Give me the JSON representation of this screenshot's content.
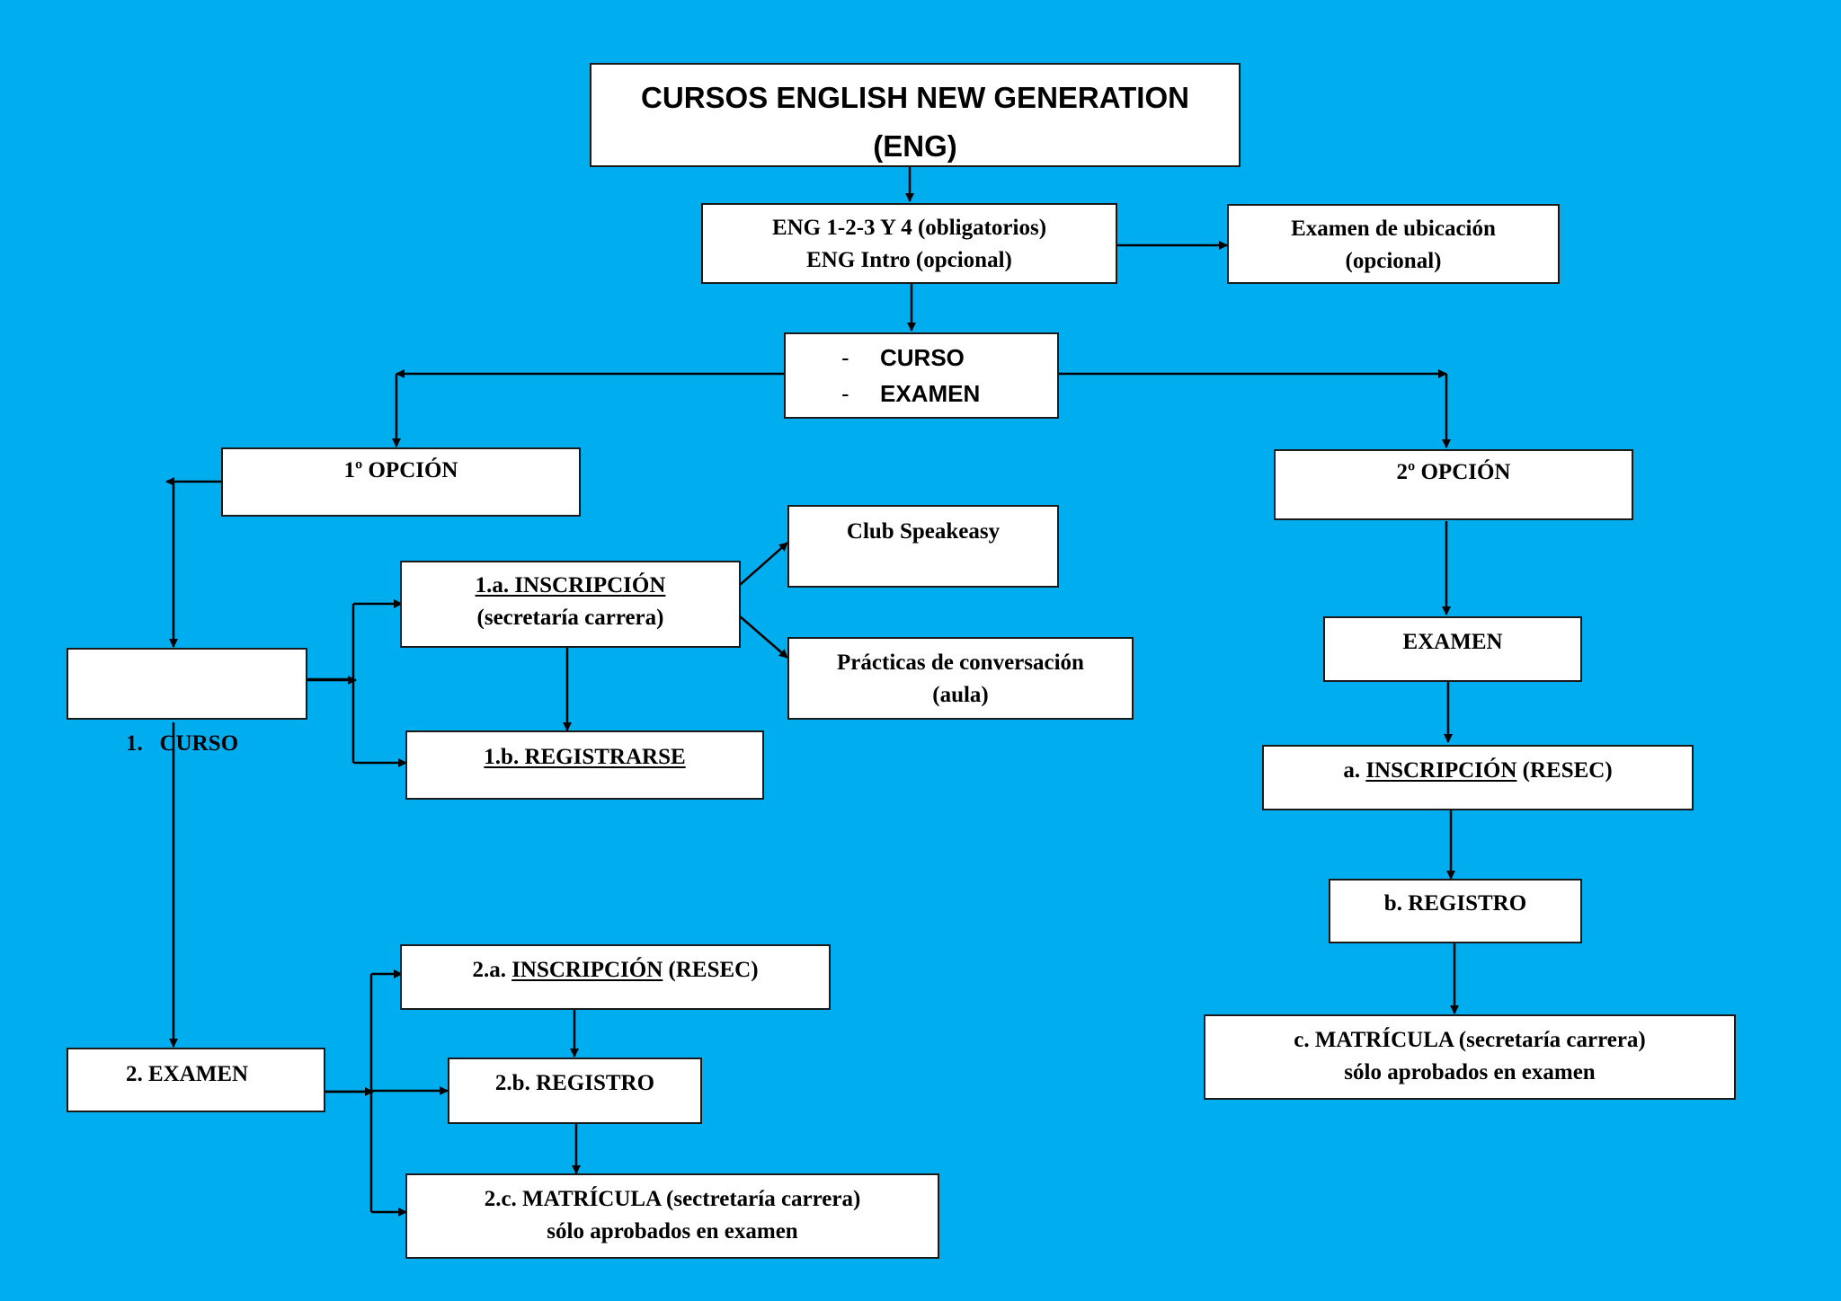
{
  "colors": {
    "background": "#00adef",
    "box_fill": "#ffffff",
    "box_border": "#1a1a1a",
    "connector": "#000000"
  },
  "nodes": {
    "title": {
      "line1": "CURSOS ENGLISH NEW GENERATION",
      "line2": "(ENG)"
    },
    "eng_levels": {
      "line1": "ENG 1-2-3 Y 4 (obligatorios)",
      "line2": "ENG Intro (opcional)"
    },
    "placement": {
      "line1": "Examen de ubicación",
      "line2": "(opcional)"
    },
    "modes": {
      "dash": "-",
      "item1": "CURSO",
      "item2": "EXAMEN"
    },
    "opcion1": {
      "label": "1º OPCIÓN"
    },
    "opcion2": {
      "label": "2º OPCIÓN"
    },
    "curso": {
      "label": "1.   CURSO"
    },
    "inscripcion_1a": {
      "line1": "1.a.  INSCRIPCIÓN",
      "line2": "(secretaría carrera)"
    },
    "club": {
      "label": "Club Speakeasy"
    },
    "practicas": {
      "line1": "Prácticas de conversación",
      "line2": "(aula)"
    },
    "registrarse_1b": {
      "label": "1.b. REGISTRARSE"
    },
    "examen_2": {
      "label": "2. EXAMEN"
    },
    "inscripcion_2a": {
      "prefix": "2.a. ",
      "underlined": "INSCRIPCIÓN",
      "suffix": " (RESEC)"
    },
    "registro_2b": {
      "label": "2.b. REGISTRO"
    },
    "matricula_2c": {
      "line1": "2.c. MATRÍCULA (sectretaría carrera)",
      "line2": "sólo aprobados en examen"
    },
    "examen_o2": {
      "label": "EXAMEN"
    },
    "inscripcion_a": {
      "prefix": "a. ",
      "underlined": "INSCRIPCIÓN",
      "suffix": " (RESEC)"
    },
    "registro_b": {
      "label": "b. REGISTRO"
    },
    "matricula_c": {
      "line1": "c. MATRÍCULA (secretaría carrera)",
      "line2": "sólo aprobados en examen"
    }
  }
}
